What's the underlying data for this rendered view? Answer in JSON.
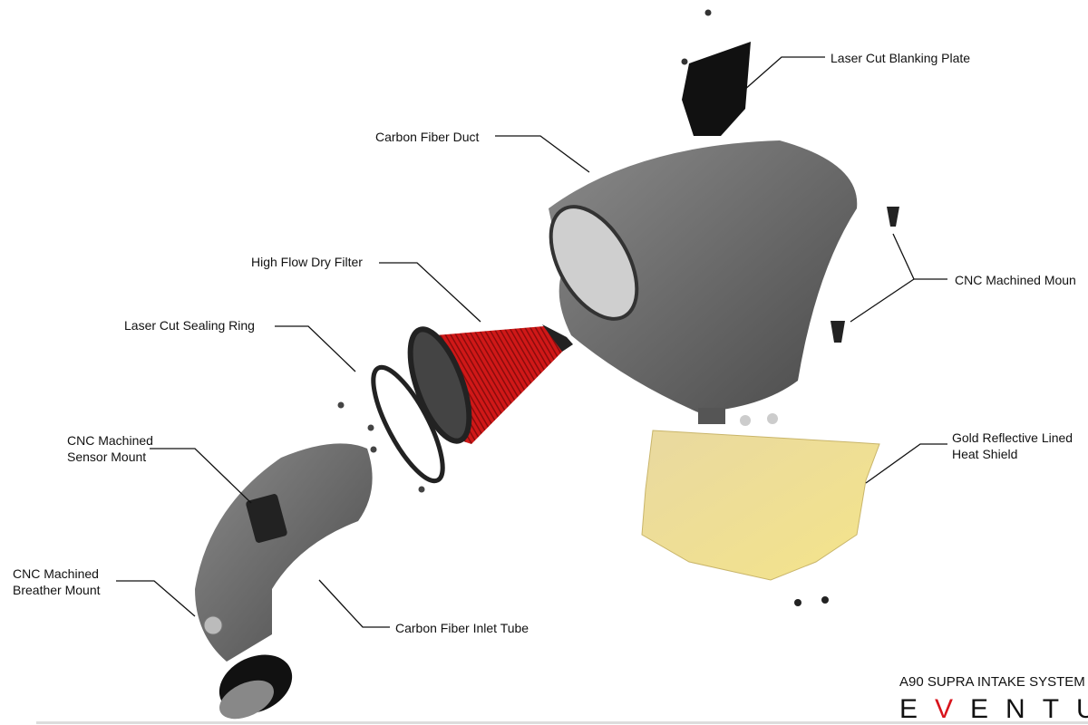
{
  "labels": {
    "blanking_plate": "Laser Cut Blanking Plate",
    "duct": "Carbon Fiber Duct",
    "filter": "High Flow Dry Filter",
    "sealing_ring": "Laser Cut Sealing Ring",
    "sensor_mount_1": "CNC Machined",
    "sensor_mount_2": "Sensor Mount",
    "breather_mount_1": "CNC Machined",
    "breather_mount_2": "Breather Mount",
    "inlet_tube": "Carbon Fiber Inlet Tube",
    "mount": "CNC Machined Moun",
    "heat_shield_1": "Gold Reflective Lined",
    "heat_shield_2": "Heat Shield"
  },
  "branding": {
    "title": "A90 SUPRA INTAKE SYSTEM",
    "logo_pre": "E",
    "logo_v": "V",
    "logo_post": "ENTUR",
    "accent": "#d8141c"
  }
}
